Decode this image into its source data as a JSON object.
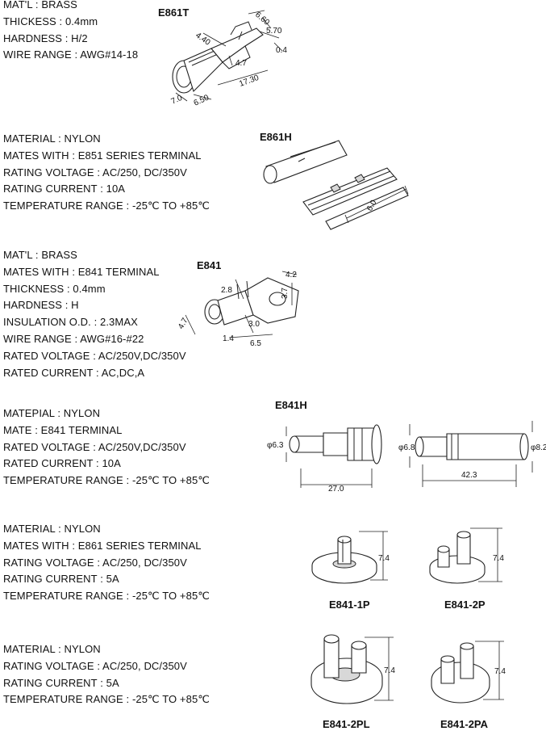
{
  "products": [
    {
      "name": "E861T",
      "specs": [
        "MAT'L : BRASS",
        "THICKESS : 0.4mm",
        "HARDNESS : H/2",
        "WIRE RANGE : AWG#14-18"
      ],
      "dims": [
        "6.60",
        "5.70",
        "0.4",
        "4.40",
        "4.7",
        "17.30",
        "7.0",
        "6.50"
      ]
    },
    {
      "name": "E861H",
      "specs": [
        "MATERIAL : NYLON",
        "MATES WITH : E851 SERIES TERMINAL",
        "RATING VOLTAGE : AC/250, DC/350V",
        "RATING CURRENT : 10A",
        "TEMPERATURE RANGE : -25℃ TO +85℃"
      ],
      "dims": [
        "6.0"
      ]
    },
    {
      "name": "E841",
      "specs": [
        "MAT'L : BRASS",
        "MATES WITH : E841 TERMINAL",
        "THICKNESS : 0.4mm",
        "HARDNESS : H",
        "INSULATION O.D. : 2.3MAX",
        "WIRE RANGE : AWG#16-#22",
        "RATED VOLTAGE : AC/250V,DC/350V",
        "RATED CURRENT : AC,DC,A"
      ],
      "dims": [
        "4.2",
        "2.8",
        "3.7",
        "4.7",
        "3.0",
        "1.4",
        "6.5"
      ]
    },
    {
      "name": "E841H",
      "specs": [
        "MATEPIAL : NYLON",
        "MATE : E841 TERMINAL",
        "RATED VOLTAGE : AC/250V,DC/350V",
        "RATED CURRENT : 10A",
        "TEMPERATURE RANGE : -25℃ TO +85℃"
      ],
      "dims": [
        "φ6.3",
        "27.0",
        "φ6.8",
        "42.3",
        "φ8.2"
      ]
    },
    {
      "specs": [
        "MATERIAL : NYLON",
        "MATES WITH : E861 SERIES TERMINAL",
        "RATING VOLTAGE : AC/250, DC/350V",
        "RATING CURRENT : 5A",
        "TEMPERATURE RANGE : -25℃ TO +85℃"
      ],
      "parts": [
        {
          "name": "E841-1P",
          "dim": "7.4"
        },
        {
          "name": "E841-2P",
          "dim": "7.4"
        }
      ]
    },
    {
      "specs": [
        "MATERIAL : NYLON",
        "RATING VOLTAGE : AC/250, DC/350V",
        "RATING CURRENT : 5A",
        "TEMPERATURE RANGE : -25℃ TO +85℃"
      ],
      "parts": [
        {
          "name": "E841-2PL",
          "dim": "7.4"
        },
        {
          "name": "E841-2PA",
          "dim": "7.4"
        }
      ]
    }
  ]
}
